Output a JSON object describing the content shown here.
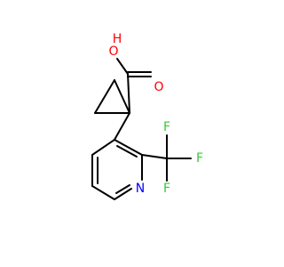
{
  "labels": {
    "O": "O",
    "H": "H",
    "N": "N",
    "F": "F"
  },
  "colors": {
    "background": "#ffffff",
    "bond": "#000000",
    "oxygen": "#ff0000",
    "nitrogen": "#0000ff",
    "fluorine": "#33cc33"
  }
}
